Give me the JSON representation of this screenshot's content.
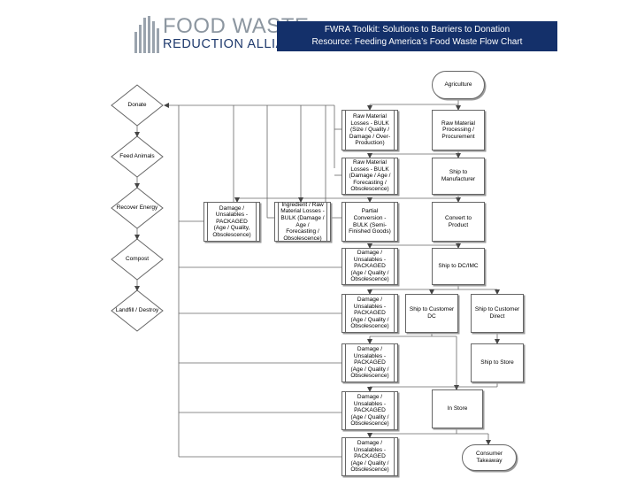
{
  "logo": {
    "line1": "FOOD WASTE",
    "line2": "REDUCTION ALLIANCE"
  },
  "header": {
    "line1": "FWRA Toolkit: Solutions to Barriers to Donation",
    "line2": "Resource: Feeding America’s Food Waste Flow Chart"
  },
  "destinations": {
    "donate": "Donate",
    "feed_animals": "Feed Animals",
    "recover_energy": "Recover Energy",
    "compost": "Compost",
    "landfill": "Landfill / Destroy"
  },
  "supply_chain": {
    "agriculture": "Agriculture",
    "raw_processing": "Raw Material Processing / Procurement",
    "ship_manufacturer": "Ship to Manufacturer",
    "convert_product": "Convert to Product",
    "ship_dc": "Ship to DC/IMC",
    "ship_customer_dc": "Ship to Customer DC",
    "ship_customer_direct": "Ship to Customer Direct",
    "ship_store": "Ship to Store",
    "in_store": "In Store",
    "consumer_takeaway": "Consumer Takeaway"
  },
  "losses": {
    "raw_bulk_1": "Raw Material Losses - BULK (Size / Quality / Damage / Over-Production)",
    "raw_bulk_2": "Raw Material Losses - BULK (Damage / Age / Forecasting / Obsolescence)",
    "ingredient_bulk": "Ingredient / Raw Material Losses - BULK (Damage / Age / Forecasting / Obsolescence)",
    "partial_conversion": "Partial Conversion - BULK (Semi-Finished Goods)",
    "damage_packaged_left": "Damage / Unsalables - PACKAGED (Age / Quality, Obsolescence)",
    "damage_packaged_1": "Damage / Unsalables - PACKAGED (Age / Quality / Obsolescence)",
    "damage_packaged_2": "Damage / Unsalables - PACKAGED (Age / Quality / Obsolescence)",
    "damage_packaged_3": "Damage / Unsalables - PACKAGED (Age / Quality / Obsolescence)",
    "damage_packaged_4": "Damage / Unsalables - PACKAGED (Age / Quality / Obsolescence)",
    "damage_packaged_5": "Damage / Unsalables - PACKAGED (Age / Quality / Obsolescence)"
  }
}
